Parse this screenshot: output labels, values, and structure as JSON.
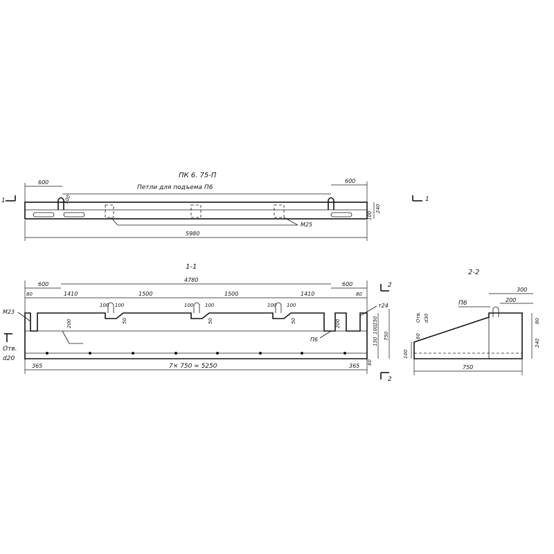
{
  "title": {
    "mark": "ПК 6. 75-П",
    "subtitle": "Петли для подъема П6"
  },
  "plan_view": {
    "dim_left": "600",
    "dim_right": "600",
    "dim_length": "5980",
    "dim_height_a": "240",
    "dim_height_b": "100",
    "dim_loop": "100",
    "part_label": "М25",
    "section_mark": "1"
  },
  "section_1_1": {
    "title": "1-1",
    "dim_total": "4780",
    "dim_left": "600",
    "dim_right": "600",
    "dim_spans": [
      "1410",
      "1500",
      "1500",
      "1410"
    ],
    "dim_edge": "80",
    "dim_notch": "100",
    "dim_notch_depth": "50",
    "dim_inner": "200",
    "dim_bottom_left": "365",
    "dim_bottom_mid": "7× 750 = 5250",
    "dim_bottom_right": "365",
    "dim_h_250": "250",
    "dim_h_150": "150",
    "dim_h_100": "100",
    "dim_h_750": "750",
    "dim_h_60": "60",
    "label_m23": "М23",
    "label_m24": "т24",
    "label_p6": "П6",
    "label_holes": "Отв.",
    "label_hole_d": "d20",
    "section_mark_2": "2"
  },
  "section_2_2": {
    "title": "2-2",
    "dim_300": "300",
    "dim_200": "200",
    "dim_80": "80",
    "dim_240": "240",
    "dim_750": "750",
    "dim_60": "60",
    "dim_100": "100",
    "label_holes": "Отв.",
    "label_hole_d": "d30",
    "label_p6": "П6"
  }
}
